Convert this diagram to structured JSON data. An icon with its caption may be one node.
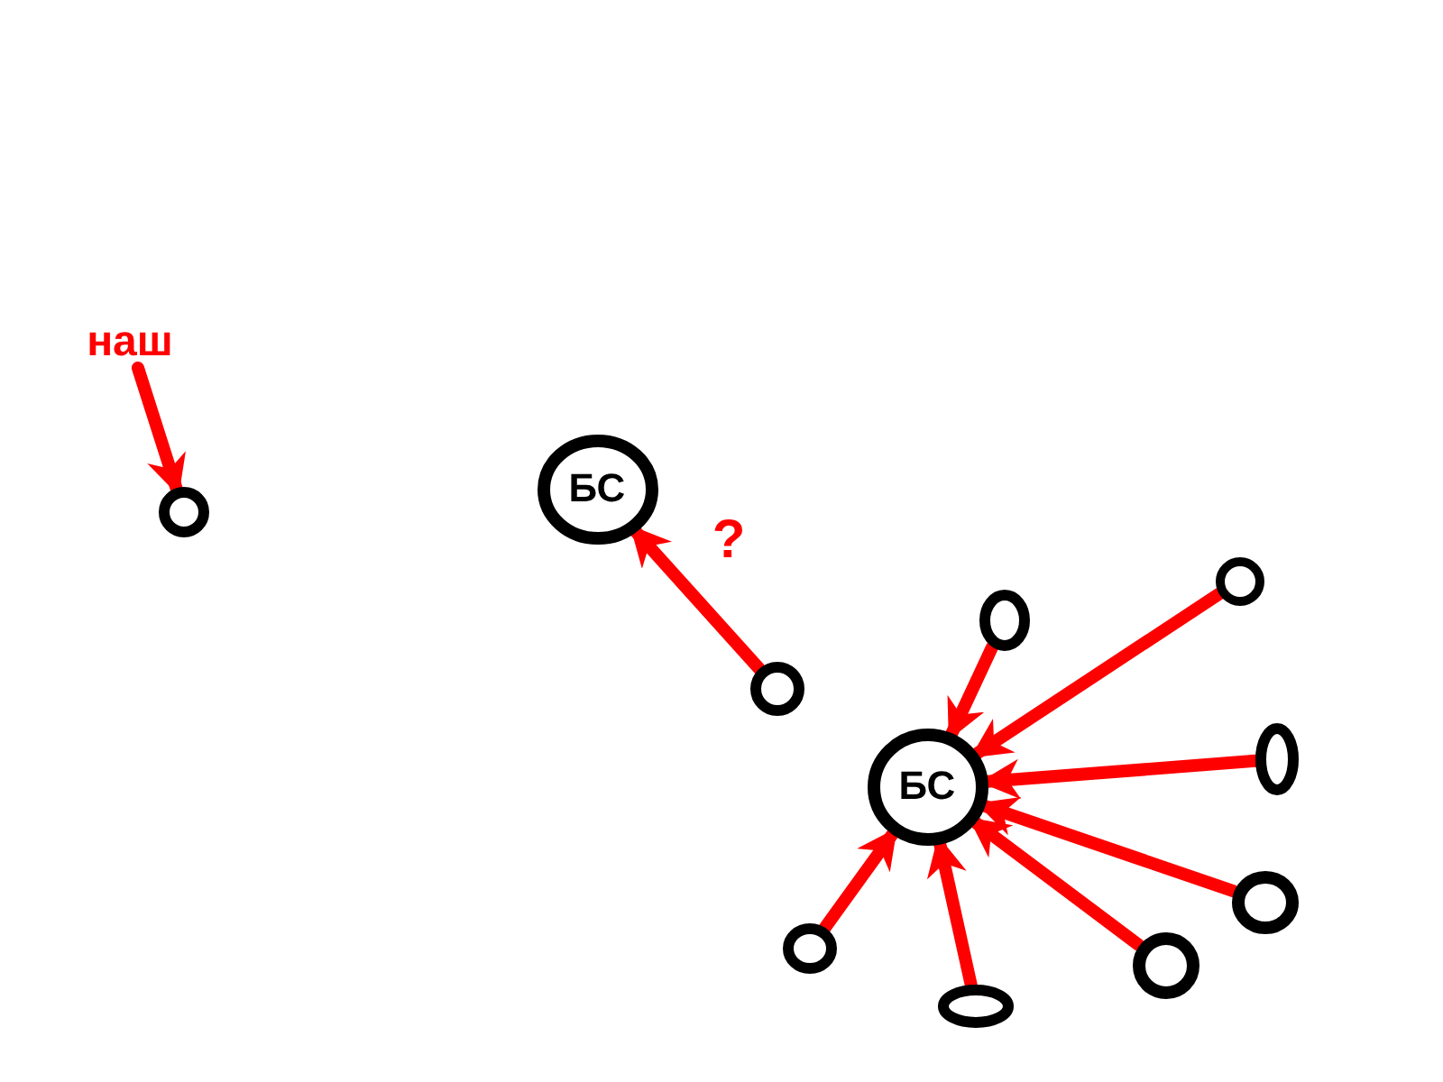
{
  "diagram": {
    "nodes": [
      {
        "text": [
          "наш"
        ]
      },
      {
        "text": [],
        "shape": "circle"
      },
      {
        "text": [
          "БС"
        ]
      },
      {
        "text": [],
        "shape": "circle"
      },
      {
        "text": [
          "БС"
        ]
      },
      {
        "text": [],
        "shape": "circle"
      },
      {
        "text": [],
        "shape": "circle"
      },
      {
        "text": [],
        "shape": "circle"
      },
      {
        "text": [],
        "shape": "circle"
      },
      {
        "text": [],
        "shape": "circle"
      },
      {
        "text": [],
        "shape": "circle"
      },
      {
        "text": [],
        "shape": "circle"
      }
    ],
    "edges": [
      {
        "from": 0,
        "to": 1,
        "arrow": "to"
      },
      {
        "from": 3,
        "to": 2,
        "arrow": "to",
        "label": "?"
      },
      {
        "from": 5,
        "to": 4,
        "arrow": "to"
      },
      {
        "from": 6,
        "to": 4,
        "arrow": "to"
      },
      {
        "from": 7,
        "to": 4,
        "arrow": "to"
      },
      {
        "from": 8,
        "to": 4,
        "arrow": "to"
      },
      {
        "from": 9,
        "to": 4,
        "arrow": "to"
      },
      {
        "from": 10,
        "to": 4,
        "arrow": "to"
      },
      {
        "from": 11,
        "to": 4,
        "arrow": "to"
      }
    ]
  }
}
